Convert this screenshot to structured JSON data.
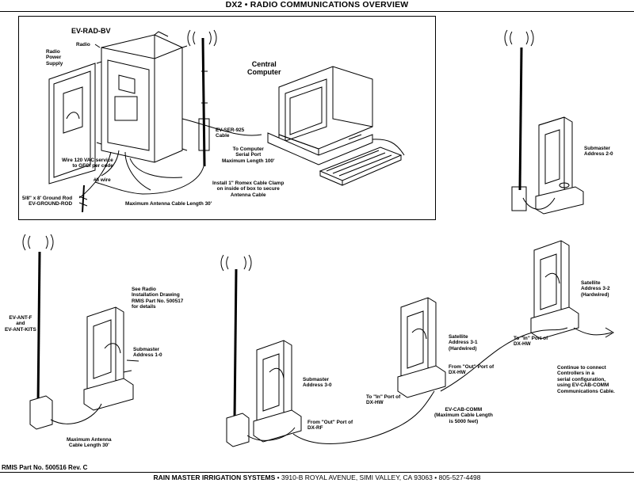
{
  "header": {
    "title": "DX2 • RADIO COMMUNICATIONS OVERVIEW"
  },
  "central": {
    "box_title": "EV-RAD-BV",
    "radio": "Radio",
    "radio_power_supply": "Radio\nPower\nSupply",
    "central_computer": "Central\nComputer",
    "ser_cable": "EV-SER-925\nCable",
    "to_computer": "To Computer\nSerial Port\nMaximum Length 100'",
    "wire_120": "Wire 120 VAC service\nto GFCI per code",
    "wire_6": "#6 wire",
    "ground_rod": "5/8\" x 8' Ground Rod\nEV-GROUND-ROD",
    "max_antenna_30": "Maximum Antenna Cable Length 30'",
    "romex": "Install 1\" Romex Cable Clamp\non inside of box to secure\nAntenna Cable"
  },
  "submaster_20": {
    "label": "Submaster\nAddress 2-0"
  },
  "left_unit": {
    "antenna_label": "EV-ANT-F\nand\nEV-ANT-KITS",
    "see_radio": "See Radio\nInstallation Drawing\nRMIS Part No. 500517\nfor details",
    "submaster_10": "Submaster\nAddress 1-0",
    "max_antenna": "Maximum Antenna\nCable Length 30'"
  },
  "chain": {
    "submaster_30": "Submaster\nAddress 3-0",
    "from_out_dxrf": "From \"Out\" Port of\nDX-RF",
    "to_in_dxhw_1": "To \"In\" Port of\nDX-HW",
    "satellite_31": "Satellite\nAddress 3-1\n(Hardwired)",
    "from_out_dxhw": "From \"Out\" Port of\nDX-HW",
    "cab_comm": "EV-CAB-COMM\n(Maximum Cable Length\nis 5000 feet)",
    "to_in_dxhw_2": "To \"In\" Port of\nDX-HW",
    "satellite_32": "Satellite\nAddress 3-2\n(Hardwired)",
    "continue": "Continue to connect\nControllers in a\nserial configuration,\nusing EV-CAB-COMM\nCommunications Cable."
  },
  "footer": {
    "part_no": "RMIS Part No. 500516 Rev. C",
    "company": "RAIN MASTER IRRIGATION SYSTEMS",
    "address": " • 3910-B ROYAL AVENUE, SIMI VALLEY, CA 93063 • 805-527-4498"
  }
}
